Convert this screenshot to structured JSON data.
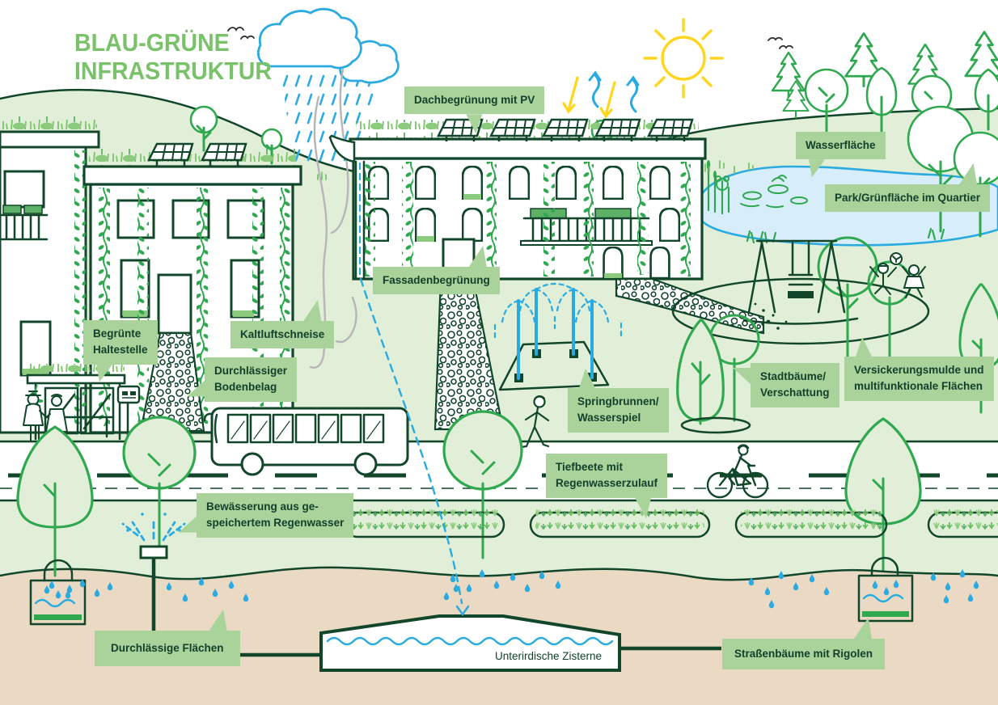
{
  "title": {
    "text": "BLAU-GRÜNE\nINFRASTRUKTUR"
  },
  "labels": [
    {
      "id": "dachbegruenung-mit-pv",
      "text": "Dachbegrünung mit PV"
    },
    {
      "id": "wasserflaeche",
      "text": "Wasserfläche"
    },
    {
      "id": "park-gruenflaeche",
      "text": "Park/Grünfläche im Quartier"
    },
    {
      "id": "fassadenbegruenung",
      "text": "Fassadenbegrünung"
    },
    {
      "id": "kaltluftschneise",
      "text": "Kaltluftschneise"
    },
    {
      "id": "begruente-haltestelle",
      "text": "Begrünte\nHaltestelle"
    },
    {
      "id": "durchlaessiger-bodenbelag",
      "text": "Durchlässiger\nBodenbelag"
    },
    {
      "id": "springbrunnen-wasserspiel",
      "text": "Springbrunnen/\nWasserspiel"
    },
    {
      "id": "stadtbaeume-verschattung",
      "text": "Stadtbäume/\nVerschattung"
    },
    {
      "id": "versickerungsmulde",
      "text": "Versickerungsmulde und\nmultifunktionale Flächen"
    },
    {
      "id": "tiefbeete",
      "text": "Tiefbeete mit\nRegenwasserzulauf"
    },
    {
      "id": "bewaesserung",
      "text": "Bewässerung aus ge-\nspeichertem Regenwasser"
    },
    {
      "id": "durchlaessige-flaechen",
      "text": "Durchlässige Flächen"
    },
    {
      "id": "strassenbaeume-mit-rigolen",
      "text": "Straßenbäume mit Rigolen"
    }
  ],
  "cistern": {
    "text": "Unterirdische Zisterne"
  },
  "colors": {
    "outline_dark_green": "#11462a",
    "tree_green": "#2fa84f",
    "title_green": "#79c26a",
    "label_background": "#aad39c",
    "label_text": "#12402a",
    "land_light_green": "#e2efd8",
    "water_blue": "#29abe2",
    "pond_fill": "#d7edf9",
    "soil_beige": "#ead9c3",
    "sun_yellow": "#ffd61e",
    "cold_air_gray": "#b6b6b6",
    "plant_light_green": "#8ccb7d"
  }
}
